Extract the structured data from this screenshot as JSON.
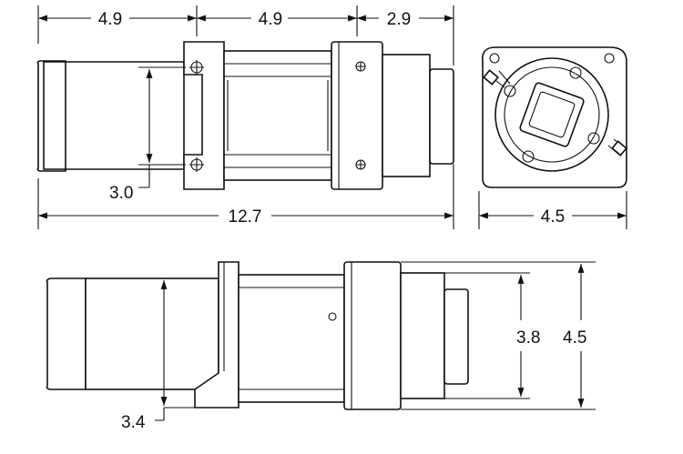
{
  "diagram": {
    "top_view": {
      "dim_segment_1": "4.9",
      "dim_segment_2": "4.9",
      "dim_segment_3": "2.9",
      "dim_mount_spacing": "3.0",
      "dim_overall_length": "12.7"
    },
    "end_view": {
      "dim_width": "4.5"
    },
    "side_view": {
      "dim_foot_height": "3.4",
      "dim_drum_height": "3.8",
      "dim_overall_height": "4.5"
    }
  }
}
